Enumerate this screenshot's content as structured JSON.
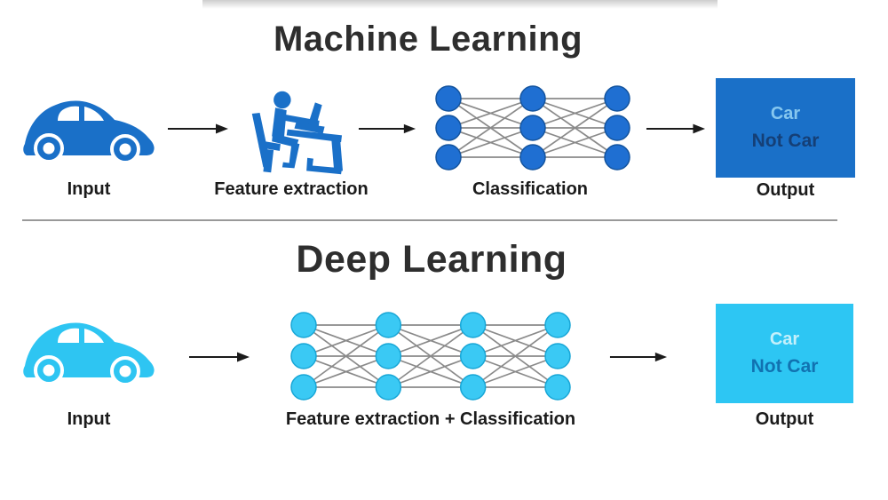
{
  "ml": {
    "title": "Machine Learning",
    "input": {
      "label": "Input"
    },
    "feature": {
      "label": "Feature extraction"
    },
    "classification": {
      "label": "Classification"
    },
    "output": {
      "label": "Output",
      "line1": "Car",
      "line2": "Not Car"
    },
    "network": {
      "layers": [
        3,
        3,
        3
      ]
    }
  },
  "dl": {
    "title": "Deep Learning",
    "input": {
      "label": "Input"
    },
    "feature": {
      "label": "Feature extraction + Classification"
    },
    "output": {
      "label": "Output",
      "line1": "Car",
      "line2": "Not Car"
    },
    "network": {
      "layers": [
        3,
        3,
        3,
        3
      ]
    }
  },
  "colors": {
    "ml_primary": "#1a70c8",
    "ml_node_fill": "#1f6fd2",
    "ml_node_edge": "#14549e",
    "ml_output_box": "#1a70c8",
    "ml_result_car": "#86c7ef",
    "ml_result_not_car": "#153f76",
    "dl_primary": "#2ec5f2",
    "dl_node_fill": "#3ac9f4",
    "dl_node_edge": "#18a6d6",
    "dl_output_box": "#2dc6f3",
    "dl_result_car": "#c4f0fb",
    "dl_result_not_car": "#1172b1",
    "connection_line": "#8a8a8a",
    "arrow": "#1b1b1b",
    "title_text": "#2e2e2e",
    "label_text": "#1b1b1b",
    "divider": "#999999",
    "background": "#ffffff"
  }
}
